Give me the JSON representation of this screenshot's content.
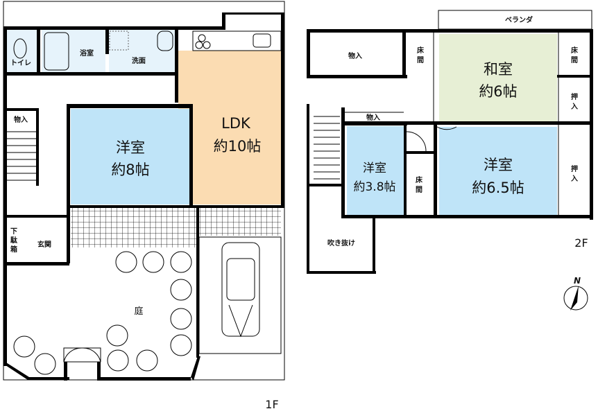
{
  "floor1": {
    "label": "1F",
    "rooms": {
      "toilet": "トイレ",
      "bath": "浴室",
      "washroom": "洗面",
      "ldk_name": "LDK",
      "ldk_size": "約10帖",
      "western_name": "洋室",
      "western_size": "約8帖",
      "storage": "物入",
      "entrance": "玄関",
      "shoe_box": [
        "下",
        "駄",
        "箱"
      ],
      "garden": "庭"
    }
  },
  "floor2": {
    "label": "2F",
    "rooms": {
      "veranda": "ベランダ",
      "storage_large": "物入",
      "tokonoma_left": [
        "床",
        "間"
      ],
      "japanese_name": "和室",
      "japanese_size": "約6帖",
      "tokonoma_right": [
        "床",
        "間"
      ],
      "closet_upper": [
        "押",
        "入"
      ],
      "storage_small": "物入",
      "western_small_name": "洋室",
      "western_small_size": "約3.8帖",
      "tokonoma_mid": [
        "床",
        "間"
      ],
      "western_large_name": "洋室",
      "western_large_size": "約6.5帖",
      "closet_lower": [
        "押",
        "入"
      ],
      "void": "吹き抜け"
    }
  },
  "compass": {
    "label": "N"
  },
  "colors": {
    "wet_area": "#e6f3fb",
    "western_room": "#bfe4f8",
    "ldk": "#fbdcb2",
    "japanese_room": "#e7efd5"
  }
}
